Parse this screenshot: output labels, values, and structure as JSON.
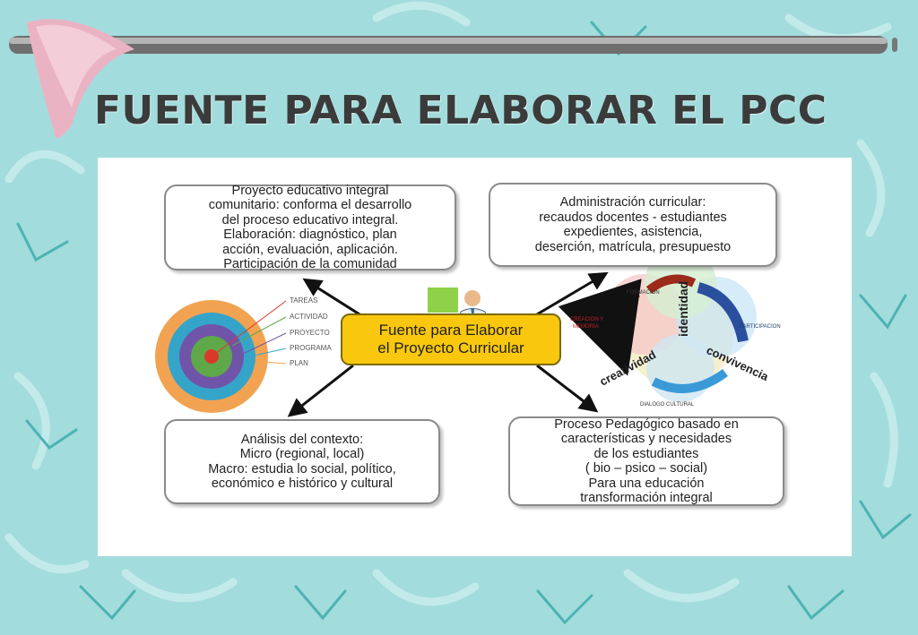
{
  "slide": {
    "title": "FUENTE PARA ELABORAR EL PCC"
  },
  "diagram": {
    "center": [
      "Fuente para Elaborar",
      "el Proyecto Curricular"
    ],
    "top_left": [
      "Proyecto educativo integral",
      "comunitario: conforma el desarrollo",
      "del proceso educativo integral.",
      "Elaboración: diagnóstico, plan",
      "acción, evaluación, aplicación.",
      "Participación de la comunidad"
    ],
    "top_right": [
      "Administración curricular:",
      "recaudos docentes  -  estudiantes",
      "expedientes, asistencia,",
      "deserción, matrícula, presupuesto"
    ],
    "bottom_left": [
      "Análisis del contexto:",
      "Micro (regional, local)",
      "Macro: estudia lo social, político,",
      "económico e histórico y cultural"
    ],
    "bottom_right": [
      "Proceso Pedagógico basado en",
      "características y necesidades",
      "de los estudiantes",
      "( bio – psico – social)",
      "Para una educación",
      "transformación integral"
    ],
    "target_labels": [
      "TAREAS",
      "ACTIVIDAD",
      "PROYECTO",
      "PROGRAMA",
      "PLAN"
    ],
    "cycle_words": {
      "identidad": "identidad",
      "creatividad": "creatividad",
      "convivencia": "convivencia",
      "formacion": "FORMACION",
      "creacion": "CREACION  Y",
      "memoria": "MEMORIA",
      "participacion": "PARTICIPACION",
      "dialogo": "DIALOGO CULTURAL"
    }
  }
}
